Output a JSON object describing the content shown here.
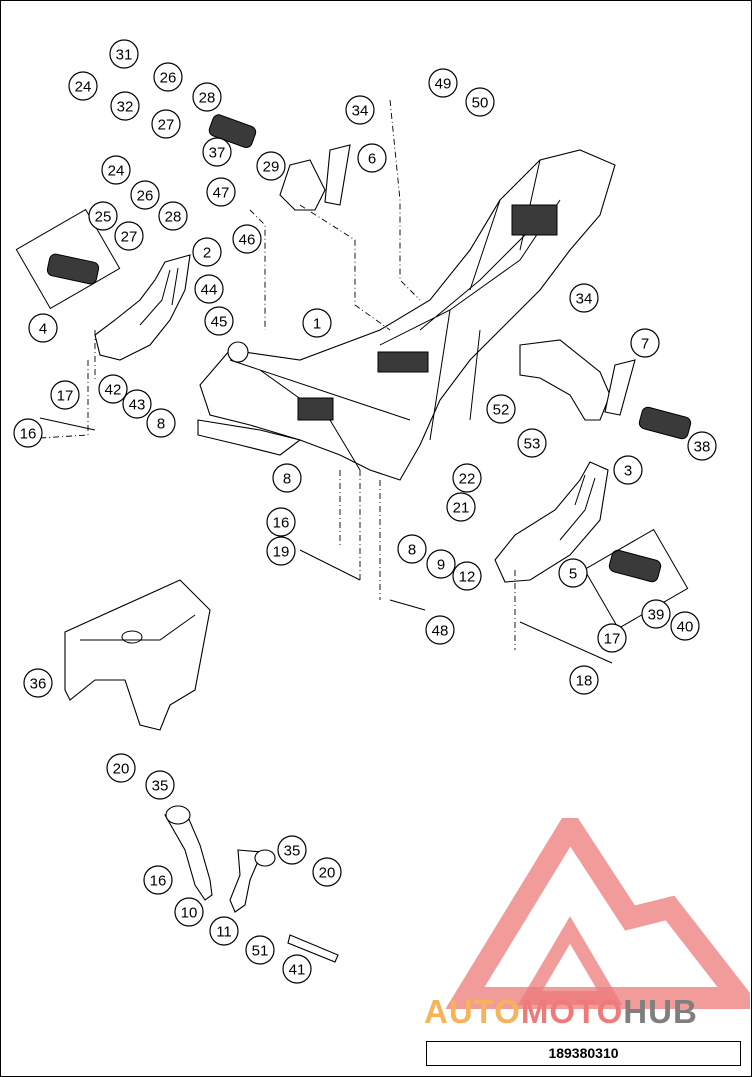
{
  "diagram": {
    "part_number": "189380310",
    "callouts": [
      "31",
      "24",
      "26",
      "32",
      "27",
      "28",
      "37",
      "29",
      "34",
      "6",
      "49",
      "50",
      "24",
      "26",
      "25",
      "27",
      "28",
      "47",
      "46",
      "2",
      "4",
      "44",
      "45",
      "1",
      "34",
      "7",
      "42",
      "43",
      "17",
      "16",
      "8",
      "52",
      "53",
      "38",
      "8",
      "22",
      "21",
      "3",
      "16",
      "8",
      "19",
      "9",
      "12",
      "5",
      "39",
      "40",
      "17",
      "18",
      "48",
      "36",
      "20",
      "35",
      "16",
      "10",
      "35",
      "20",
      "11",
      "51",
      "41"
    ]
  },
  "watermark": {
    "brand_part1": "AUTO",
    "brand_part2": "MOTO",
    "brand_part3": "HUB",
    "color_orange": "#f6b35a",
    "color_red": "#ee7a7a",
    "color_gray": "#7f7f7f"
  }
}
